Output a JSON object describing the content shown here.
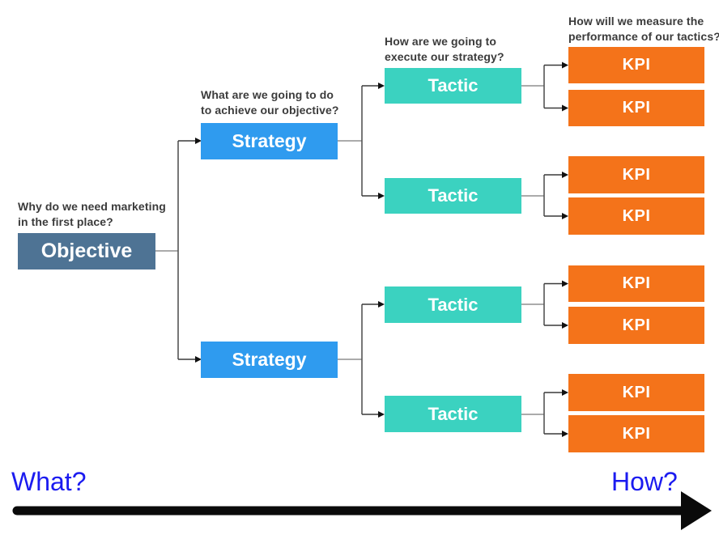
{
  "annotations": {
    "objective_q": "Why do we need marketing\nin the first place?",
    "strategy_q": "What are we going to do\nto achieve our objective?",
    "tactic_q": "How are we going to\nexecute our strategy?",
    "kpi_q": "How will we measure the\nperformance of our tactics?"
  },
  "nodes": {
    "objective": {
      "label": "Objective"
    },
    "strategies": [
      {
        "label": "Strategy"
      },
      {
        "label": "Strategy"
      }
    ],
    "tactics": [
      {
        "label": "Tactic"
      },
      {
        "label": "Tactic"
      },
      {
        "label": "Tactic"
      },
      {
        "label": "Tactic"
      }
    ],
    "kpis": [
      {
        "label": "KPI"
      },
      {
        "label": "KPI"
      },
      {
        "label": "KPI"
      },
      {
        "label": "KPI"
      },
      {
        "label": "KPI"
      },
      {
        "label": "KPI"
      },
      {
        "label": "KPI"
      },
      {
        "label": "KPI"
      }
    ]
  },
  "axis": {
    "what_label": "What?",
    "how_label": "How?"
  },
  "colors": {
    "objective_box": "#4e7394",
    "strategy_box": "#2f9bef",
    "tactic_box": "#3bd2c0",
    "kpi_box": "#f4731a",
    "annotation_text": "#3b3b3b",
    "axis_label_text": "#1b1bf0",
    "arrow": "#0a0a0a"
  }
}
